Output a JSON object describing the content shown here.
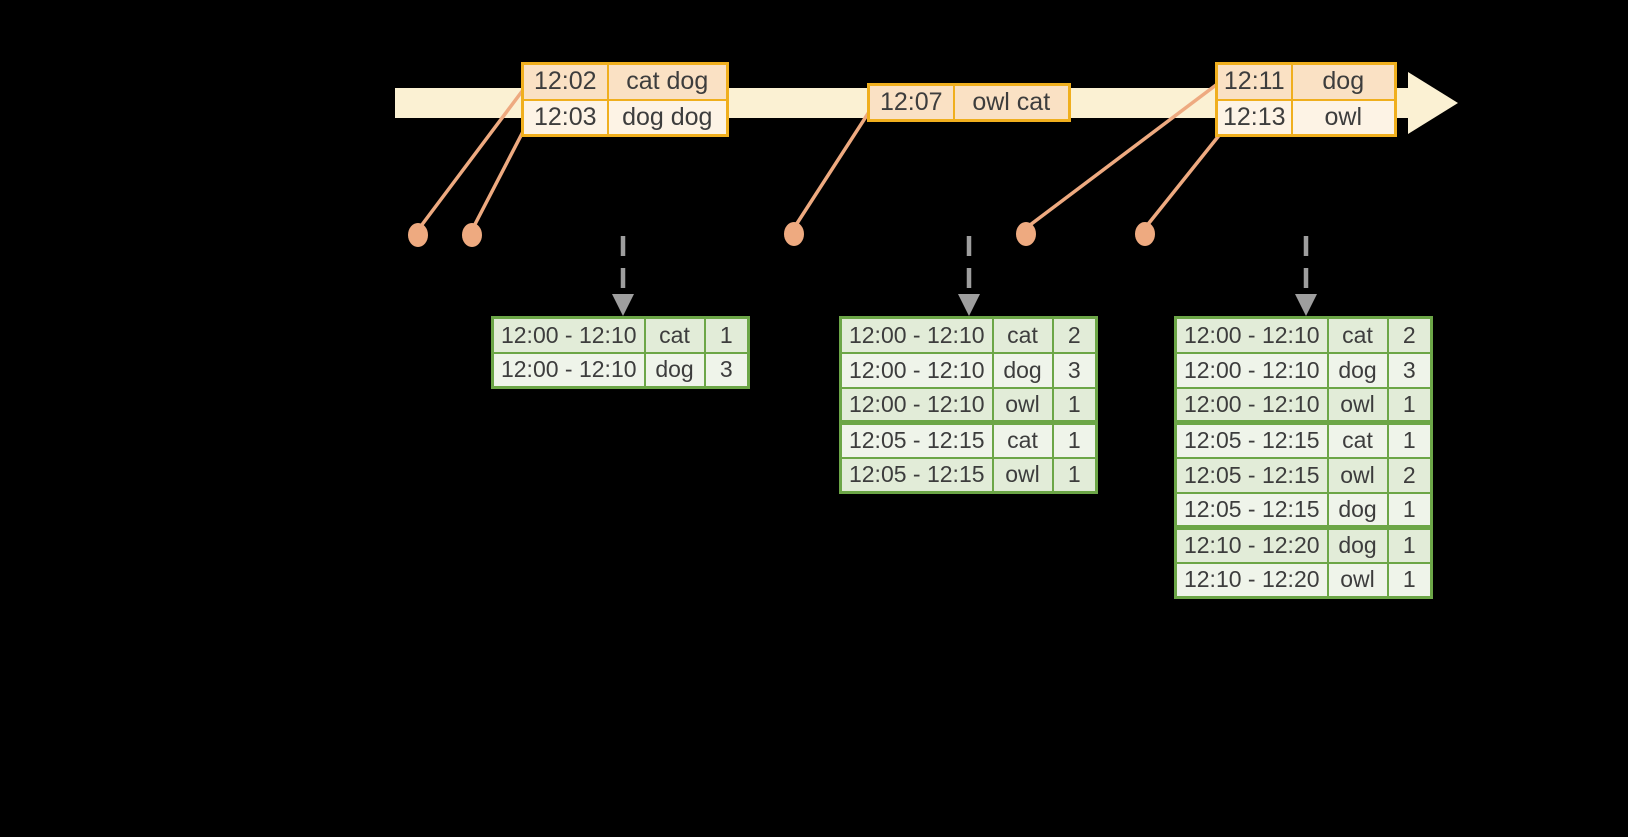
{
  "colors": {
    "bg": "#000000",
    "band": "#FBF1D3",
    "amber": "#F0AF1E",
    "peach-dark": "#FAE1C4",
    "peach-light": "#FDF3E5",
    "salmon": "#EEAA80",
    "green": "#6CA647",
    "green-row-dark": "#E2ECD8",
    "green-row-light": "#EFF4EA",
    "gray-arrow": "#9E9E9E",
    "text": "#3D3D3D"
  },
  "icons": {
    "timeline_head": "arrow-right",
    "trigger_arrow": "arrow-down-dashed",
    "event_marker": "dot"
  },
  "event_tables": [
    {
      "name": "events-batch-1",
      "rows": [
        {
          "time": "12:02",
          "words": "cat dog"
        },
        {
          "time": "12:03",
          "words": "dog dog"
        }
      ]
    },
    {
      "name": "events-batch-2",
      "rows": [
        {
          "time": "12:07",
          "words": "owl cat"
        }
      ]
    },
    {
      "name": "events-batch-3",
      "rows": [
        {
          "time": "12:11",
          "words": "dog"
        },
        {
          "time": "12:13",
          "words": "owl"
        }
      ]
    }
  ],
  "result_tables": [
    {
      "name": "result-table-1",
      "group_breaks": [],
      "rows": [
        [
          "12:00 - 12:10",
          "cat",
          "1"
        ],
        [
          "12:00 - 12:10",
          "dog",
          "3"
        ]
      ]
    },
    {
      "name": "result-table-2",
      "group_breaks": [
        3
      ],
      "rows": [
        [
          "12:00 - 12:10",
          "cat",
          "2"
        ],
        [
          "12:00 - 12:10",
          "dog",
          "3"
        ],
        [
          "12:00 - 12:10",
          "owl",
          "1"
        ],
        [
          "12:05 - 12:15",
          "cat",
          "1"
        ],
        [
          "12:05 - 12:15",
          "owl",
          "1"
        ]
      ]
    },
    {
      "name": "result-table-3",
      "group_breaks": [
        3,
        6
      ],
      "rows": [
        [
          "12:00 - 12:10",
          "cat",
          "2"
        ],
        [
          "12:00 - 12:10",
          "dog",
          "3"
        ],
        [
          "12:00 - 12:10",
          "owl",
          "1"
        ],
        [
          "12:05 - 12:15",
          "cat",
          "1"
        ],
        [
          "12:05 - 12:15",
          "owl",
          "2"
        ],
        [
          "12:05 - 12:15",
          "dog",
          "1"
        ],
        [
          "12:10 - 12:20",
          "dog",
          "1"
        ],
        [
          "12:10 - 12:20",
          "owl",
          "1"
        ]
      ]
    }
  ]
}
